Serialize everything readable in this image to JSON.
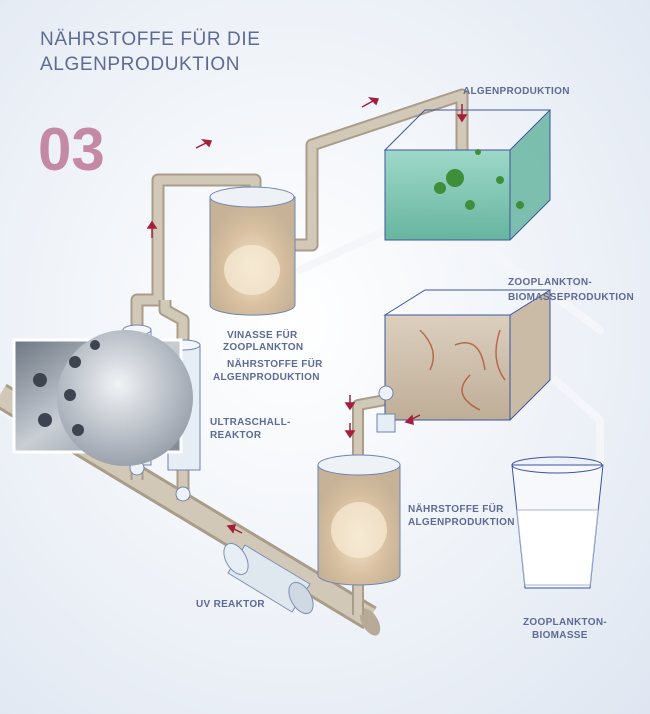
{
  "title": {
    "line1": "NÄHRSTOFFE FÜR DIE",
    "line2": "ALGENPRODUKTION"
  },
  "step_number": "03",
  "labels": {
    "algae_production": "ALGENPRODUKTION",
    "zooplankton_biomass_production": {
      "line1": "ZOOPLANKTON-",
      "line2": "BIOMASSEPRODUKTION"
    },
    "vinasse": {
      "line1": "VINASSE FÜR",
      "line2": "ZOOPLANKTON"
    },
    "nutrients_upper": {
      "line1": "NÄHRSTOFFE FÜR",
      "line2": "ALGENPRODUKTION"
    },
    "ultrasound_reactor": {
      "line1": "ULTRASCHALL-",
      "line2": "REAKTOR"
    },
    "nutrients_lower": {
      "line1": "NÄHRSTOFFE FÜR",
      "line2": "ALGENPRODUKTION"
    },
    "uv_reactor": "UV REAKTOR",
    "zooplankton_biomass": {
      "line1": "ZOOPLANKTON-",
      "line2": "BIOMASSE"
    }
  },
  "colors": {
    "text": "#5d6b95",
    "step_number": "#c48aa5",
    "arrow": "#a3203d",
    "pipe": "#c9bfae",
    "algae_water": "#6fbfa8",
    "sediment": "#c7ad8e"
  }
}
